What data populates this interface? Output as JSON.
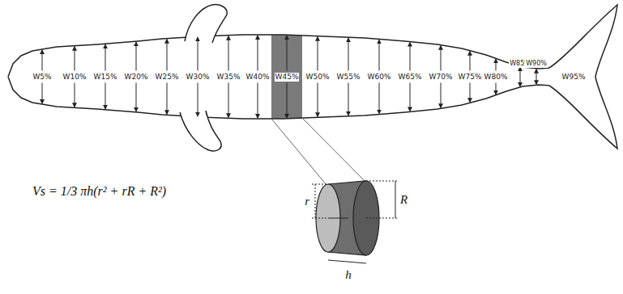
{
  "diagram": {
    "labels": [
      "W5%",
      "W10%",
      "W15%",
      "W20%",
      "W25%",
      "W30%",
      "W35%",
      "W40%",
      "W45%",
      "W50%",
      "W55%",
      "W60%",
      "W65%",
      "W70%",
      "W75%",
      "W80%",
      "W85%",
      "W90%",
      "W95%",
      "Vs = 1/3 πh(r² + rR + R²)",
      "r",
      "R",
      "h"
    ]
  }
}
